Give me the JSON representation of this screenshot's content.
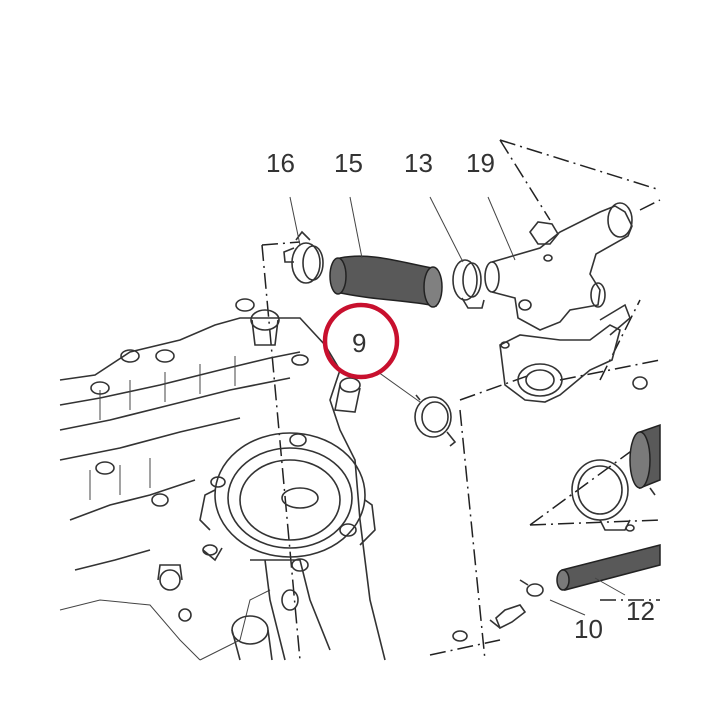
{
  "callouts": {
    "c16": "16",
    "c15": "15",
    "c13": "13",
    "c19": "19",
    "c9": "9",
    "c10": "10",
    "c12": "12"
  },
  "colors": {
    "highlight_ring": "#c8102e",
    "line_art": "#333333",
    "hose_fill": "#595959"
  }
}
